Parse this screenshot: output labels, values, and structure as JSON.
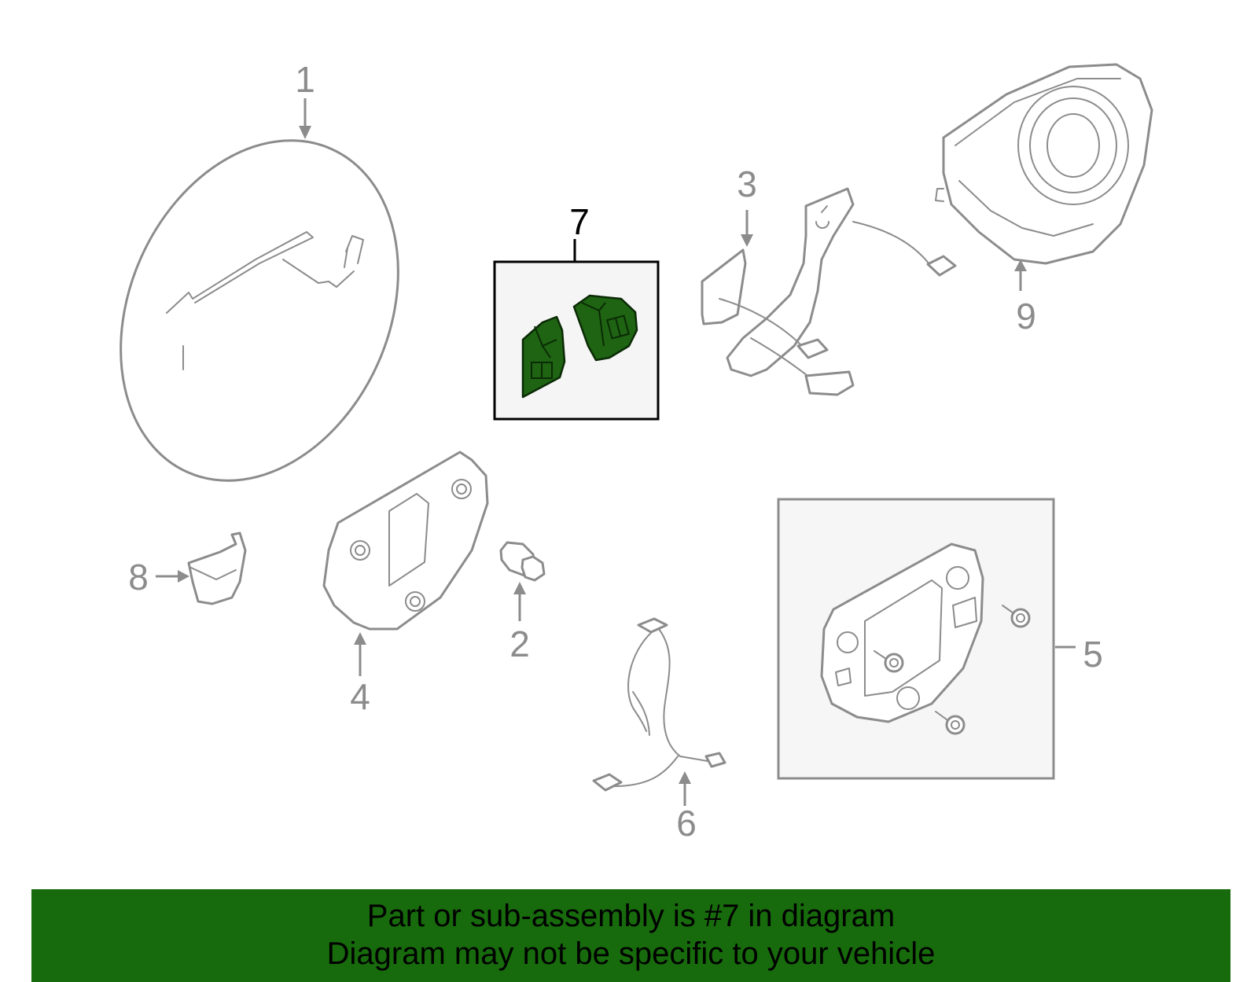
{
  "callouts": {
    "c1": "1",
    "c2": "2",
    "c3": "3",
    "c4": "4",
    "c5": "5",
    "c6": "6",
    "c7": "7",
    "c8": "8",
    "c9": "9"
  },
  "highlighted_part": "7",
  "colors": {
    "highlight_part": "#1e6412",
    "banner_background": "#176b0c",
    "part_lines": "#8c8c8c"
  },
  "banner": {
    "line1": "Part or sub-assembly is #7 in diagram",
    "line2": "Diagram may not be specific to your vehicle"
  }
}
